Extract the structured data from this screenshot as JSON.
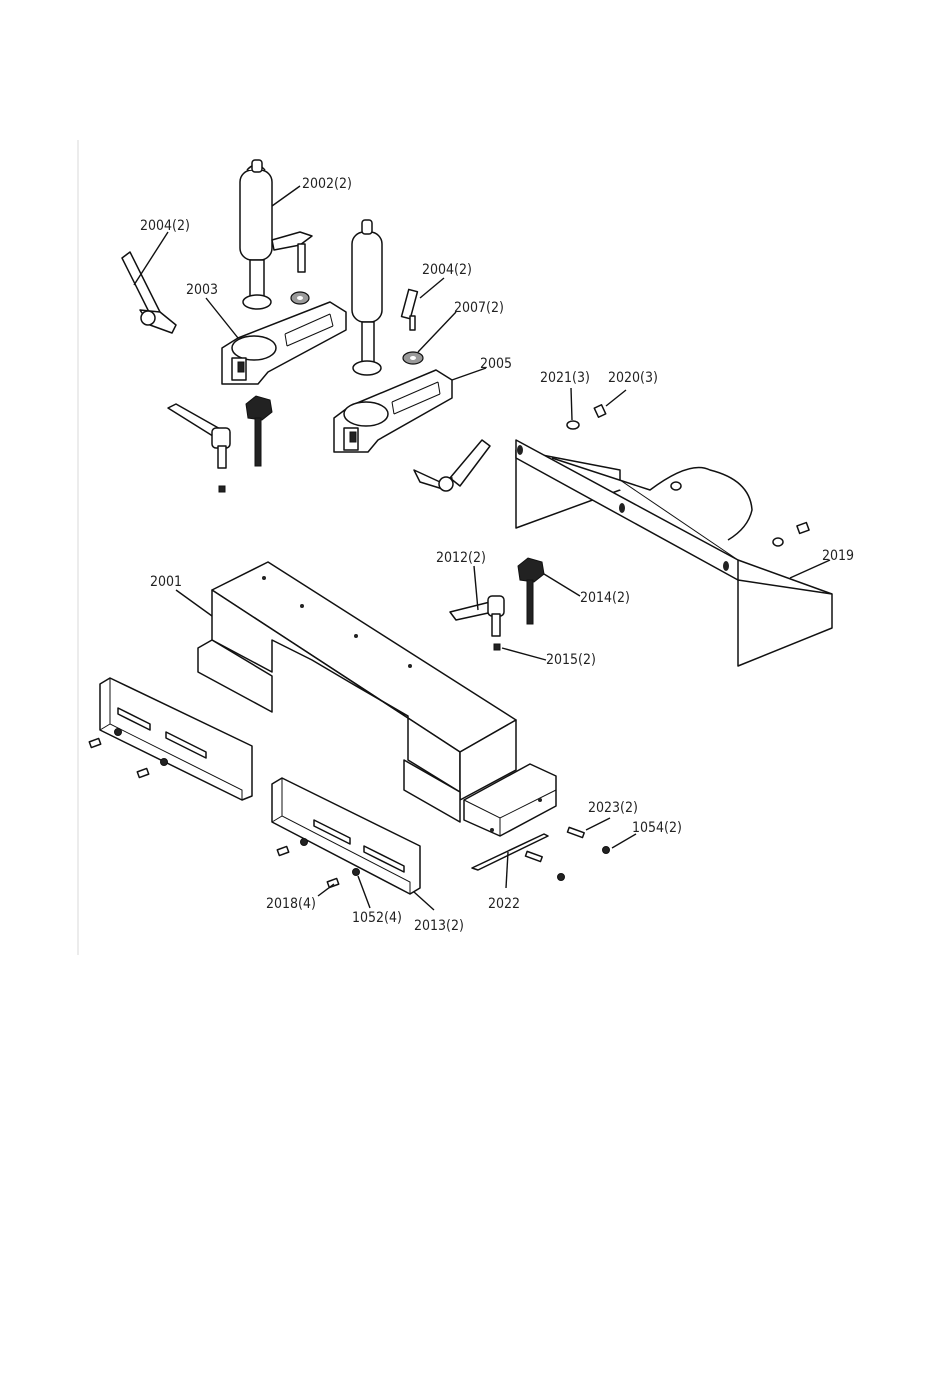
{
  "diagram": {
    "labels": {
      "l2002": "2002(2)",
      "l2004a": "2004(2)",
      "l2004b": "2004(2)",
      "l2003": "2003",
      "l2007": "2007(2)",
      "l2005": "2005",
      "l2021": "2021(3)",
      "l2020": "2020(3)",
      "l2019": "2019",
      "l2001": "2001",
      "l2012": "2012(2)",
      "l2014": "2014(2)",
      "l2015": "2015(2)",
      "l2023": "2023(2)",
      "l1054": "1054(2)",
      "l2018": "2018(4)",
      "l1052": "1052(4)",
      "l2013": "2013(2)",
      "l2022": "2022"
    }
  }
}
